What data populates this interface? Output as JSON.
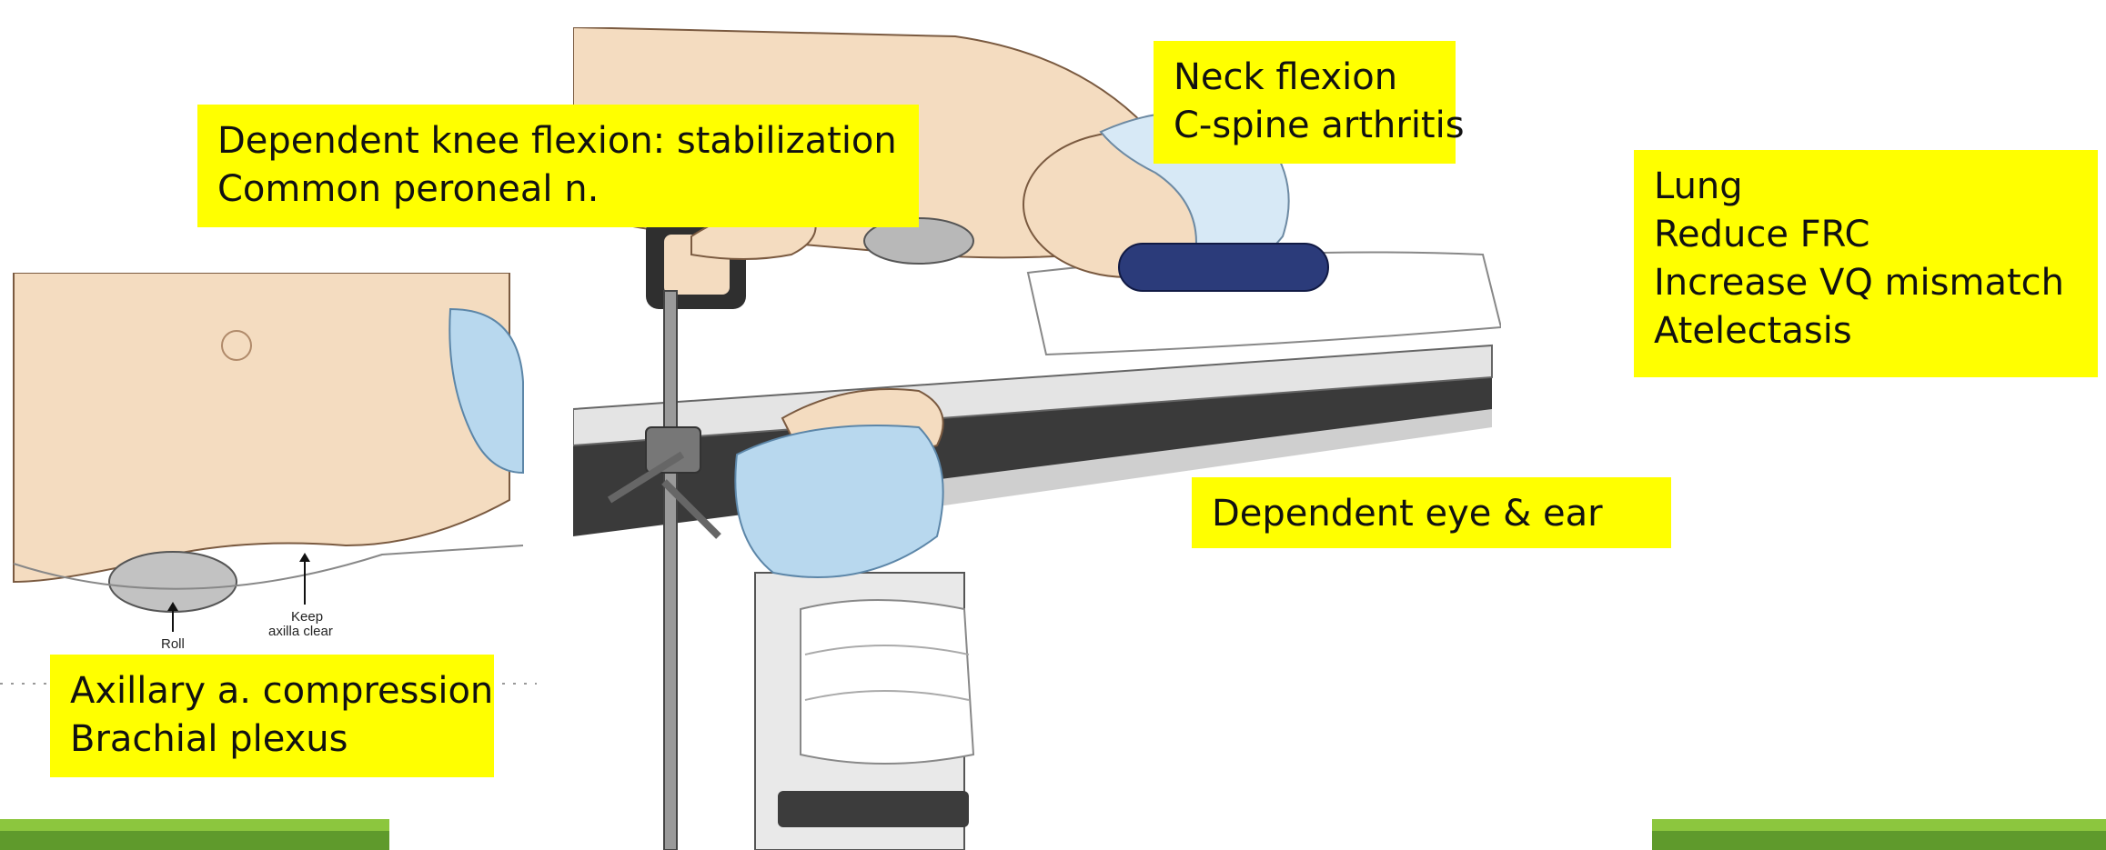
{
  "callouts": {
    "knee": [
      "Dependent knee flexion: stabilization",
      "Common peroneal n."
    ],
    "neck": [
      "Neck flexion",
      "C-spine arthritis"
    ],
    "lung": [
      "Lung",
      "Reduce FRC",
      "Increase VQ mismatch",
      "Atelectasis"
    ],
    "eye": [
      "Dependent eye & ear"
    ],
    "axillary": [
      "Axillary a. compression",
      "Brachial plexus"
    ]
  },
  "inset_labels": {
    "roll": "Roll",
    "keep_line1": "Keep",
    "keep_line2": "axilla clear"
  },
  "colors": {
    "callout": "#ffff00",
    "stripe_dark": "#5f9a2c",
    "stripe_light": "#8cc63e",
    "skin": "#f4dcc0",
    "cap": "#d7e9f6",
    "pad": "#b8d8ee",
    "pillow": "#2b3b7a",
    "table": "#3a3a3a"
  }
}
